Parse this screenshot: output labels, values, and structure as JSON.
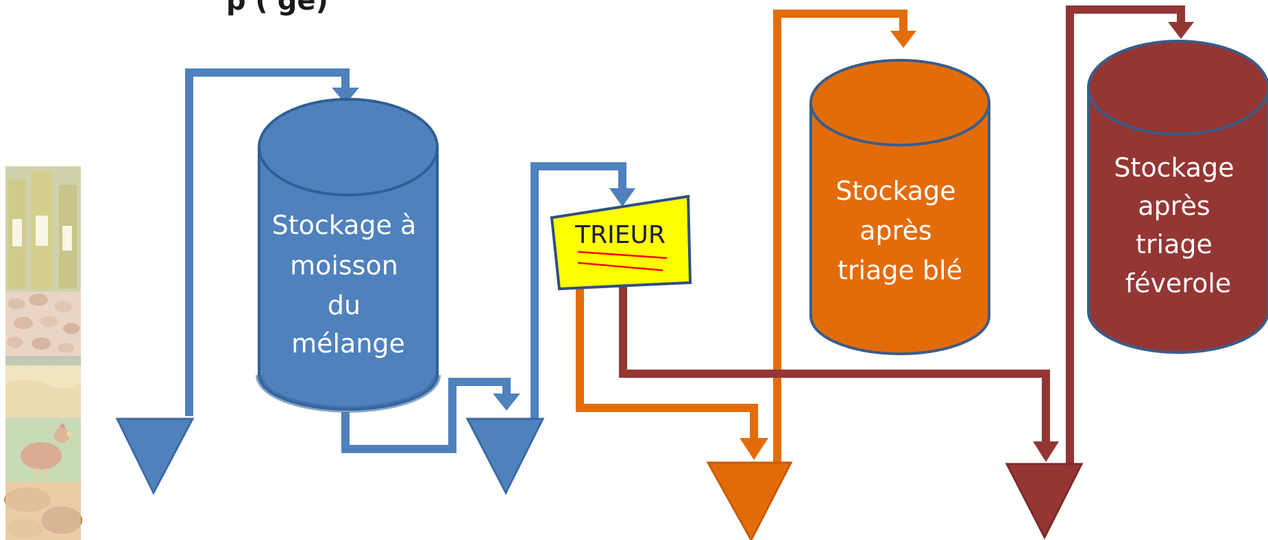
{
  "title_fragment": "p                   (         ge)",
  "colors": {
    "blue": "#4f81bd",
    "orange": "#e36c0a",
    "darkred": "#943634",
    "trieur_fill": "#ffff00",
    "trieur_lines": "#ff0000"
  },
  "cylinders": [
    {
      "id": "melange",
      "lines": [
        "Stockage à",
        "moisson",
        "du",
        "mélange"
      ]
    },
    {
      "id": "ble",
      "lines": [
        "Stockage",
        "après",
        "triage blé"
      ]
    },
    {
      "id": "feverole",
      "lines": [
        "Stockage",
        "après",
        "triage",
        "féverole"
      ]
    }
  ],
  "trieur": {
    "label": "TRIEUR"
  },
  "side_strip": {
    "icons": [
      "oil-bottles-image",
      "faba-beans-image",
      "wheat-field-image",
      "hen-image",
      "bread-image"
    ]
  }
}
